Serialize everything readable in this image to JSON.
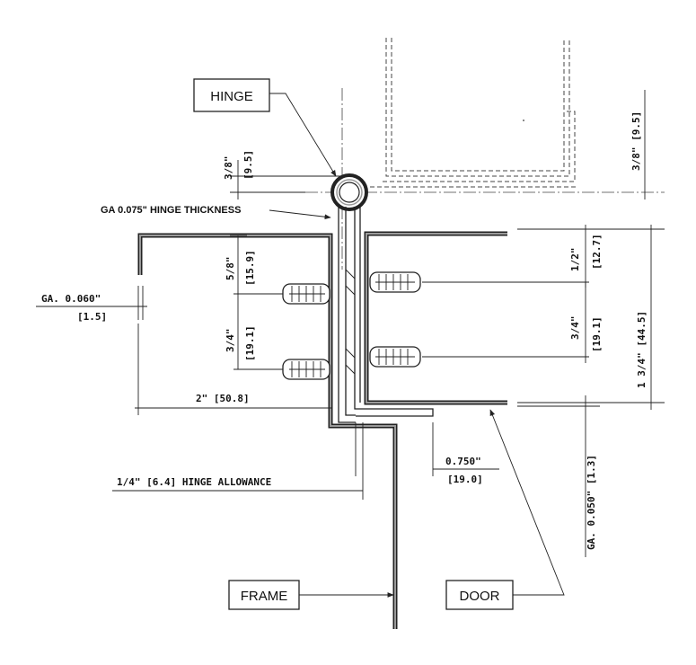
{
  "callouts": {
    "hinge": "HINGE",
    "frame": "FRAME",
    "door": "DOOR",
    "hinge_thickness": "GA 0.075\" HINGE THICKNESS"
  },
  "dimensions": {
    "top_left_3_8": "3/8\"",
    "top_left_3_8_mm": "[9.5]",
    "top_right_3_8": "3/8\" [9.5]",
    "left_5_8": "5/8\"",
    "left_5_8_mm": "[15.9]",
    "left_3_4": "3/4\"",
    "left_3_4_mm": "[19.1]",
    "ga_060": "GA. 0.060\"",
    "ga_060_mm": "[1.5]",
    "width_2": "2\" [50.8]",
    "right_1_2": "1/2\"",
    "right_1_2_mm": "[12.7]",
    "right_3_4": "3/4\"",
    "right_3_4_mm": "[19.1]",
    "right_total": "1 3/4\" [44.5]",
    "ga_050": "GA. 0.050\" [1.3]",
    "offset_0750": "0.750\"",
    "offset_0750_mm": "[19.0]",
    "hinge_allowance": "1/4\" [6.4] HINGE ALLOWANCE"
  },
  "colors": {
    "ink": "#222222",
    "hatch": "#9a9a9a",
    "background": "#ffffff"
  }
}
